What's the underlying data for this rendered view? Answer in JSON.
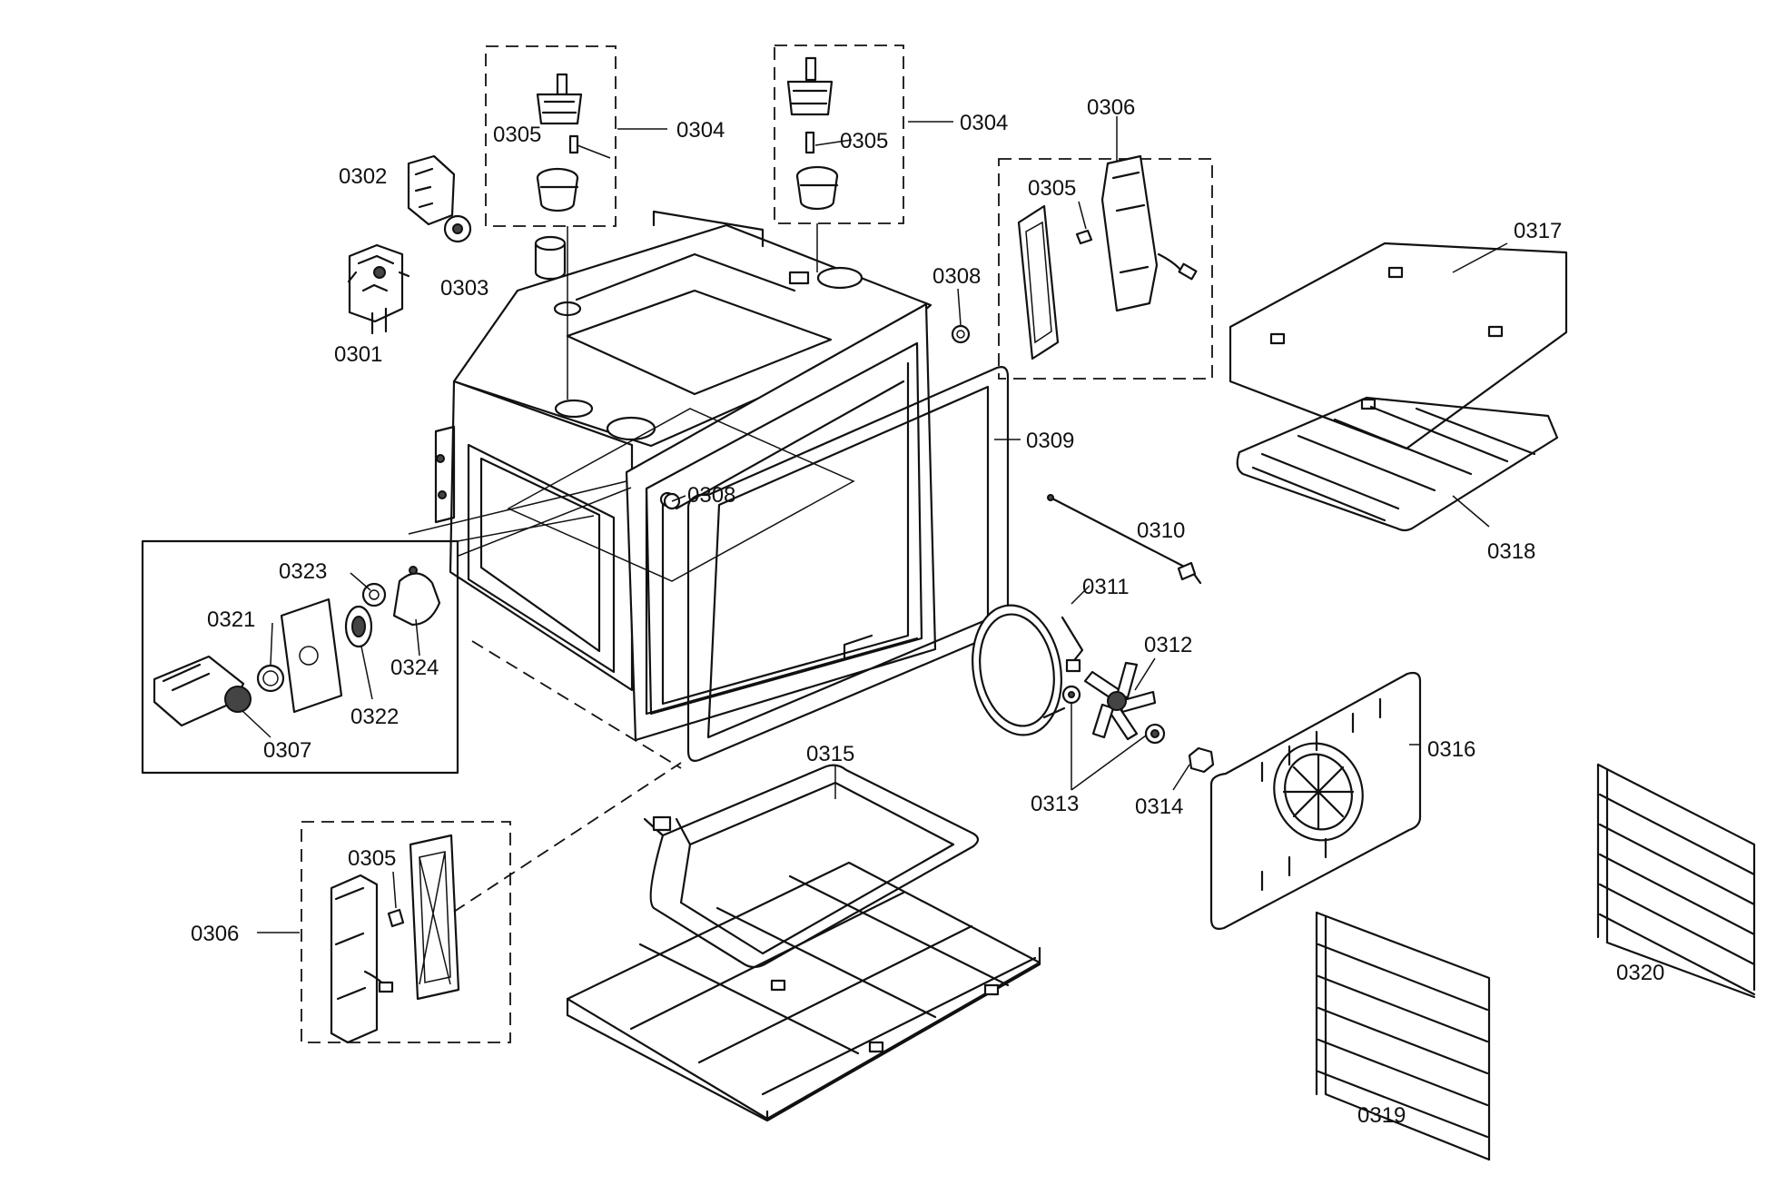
{
  "diagram": {
    "labels": {
      "p0301": "0301",
      "p0302": "0302",
      "p0303": "0303",
      "p0304_left": "0304",
      "p0304_right": "0304",
      "p0305_lamp_left": "0305",
      "p0305_lamp_right": "0305",
      "p0305_vent_top": "0305",
      "p0305_vent_bottom": "0305",
      "p0306_top": "0306",
      "p0306_bottom": "0306",
      "p0307": "0307",
      "p0308_top": "0308",
      "p0308_front": "0308",
      "p0309": "0309",
      "p0310": "0310",
      "p0311": "0311",
      "p0312": "0312",
      "p0313": "0313",
      "p0314": "0314",
      "p0315": "0315",
      "p0316": "0316",
      "p0317": "0317",
      "p0318": "0318",
      "p0319": "0319",
      "p0320": "0320",
      "p0321": "0321",
      "p0322": "0322",
      "p0323": "0323",
      "p0324": "0324"
    }
  }
}
